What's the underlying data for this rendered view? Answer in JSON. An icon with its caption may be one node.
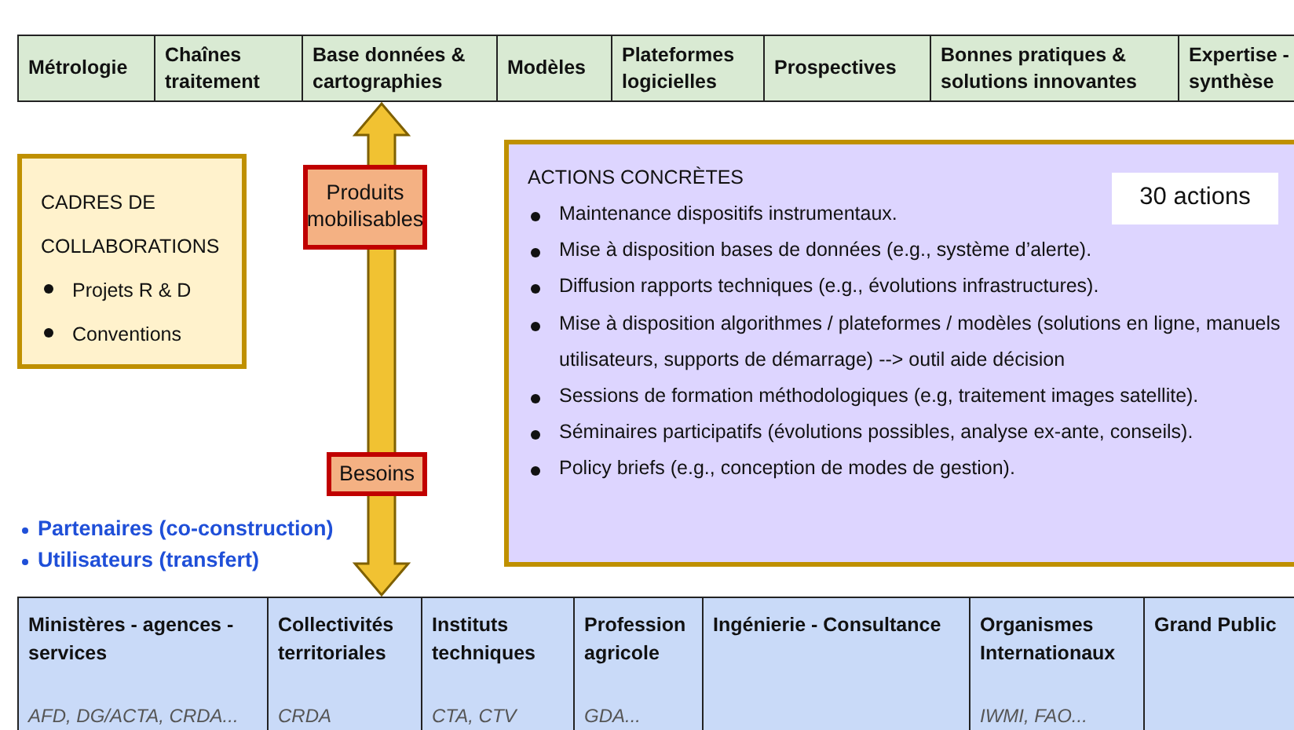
{
  "diagram": {
    "nodes": [
      {
        "text": [
          "Métrologie"
        ]
      },
      {
        "text": [
          "Chaînes traitement"
        ]
      },
      {
        "text": [
          "Base données & cartographies"
        ]
      },
      {
        "text": [
          "Modèles"
        ]
      },
      {
        "text": [
          "Plateformes logicielles"
        ]
      },
      {
        "text": [
          "Prospectives"
        ]
      },
      {
        "text": [
          "Bonnes pratiques & solutions innovantes"
        ]
      },
      {
        "text": [
          "Expertise - synthèse"
        ]
      },
      {
        "text": [
          "Ministères - agences - services",
          "AFD, DG/ACTA, CRDA..."
        ]
      },
      {
        "text": [
          "Collectivités territoriales",
          "CRDA"
        ]
      },
      {
        "text": [
          "Instituts techniques",
          "CTA, CTV"
        ]
      },
      {
        "text": [
          "Profession agricole",
          "GDA..."
        ]
      },
      {
        "text": [
          "Ingénierie - Consultance"
        ]
      },
      {
        "text": [
          "Organismes Internationaux",
          "IWMI, FAO..."
        ]
      },
      {
        "text": [
          "Grand Public"
        ]
      },
      {
        "text": [
          "Produits mobilisables"
        ]
      },
      {
        "text": [
          "Besoins"
        ]
      },
      {
        "text": [
          "CADRES DE COLLABORATIONS",
          "Projets R & D",
          "Conventions"
        ]
      },
      {
        "text": [
          "ACTIONS CONCRÈTES",
          "Maintenance dispositifs instrumentaux.",
          "Mise à disposition bases de données (e.g., système d’alerte).",
          "Diffusion rapports techniques (e.g., évolutions infrastructures).",
          "Mise à disposition algorithmes / plateformes / modèles (solutions en ligne, manuels utilisateurs, supports de démarrage) --> outil aide décision",
          "Sessions de formation méthodologiques (e.g, traitement images satellite).",
          "Séminaires participatifs (évolutions possibles, analyse ex-ante, conseils).",
          "Policy briefs (e.g., conception de modes de gestion)."
        ]
      },
      {
        "text": [
          "30 actions"
        ],
        "in": 18
      }
    ],
    "edges": [
      {
        "from": 2,
        "to": 9,
        "arrow": "both",
        "style": "thick"
      }
    ],
    "labels": [
      "Partenaires (co-construction)",
      "Utilisateurs (transfert)"
    ]
  }
}
